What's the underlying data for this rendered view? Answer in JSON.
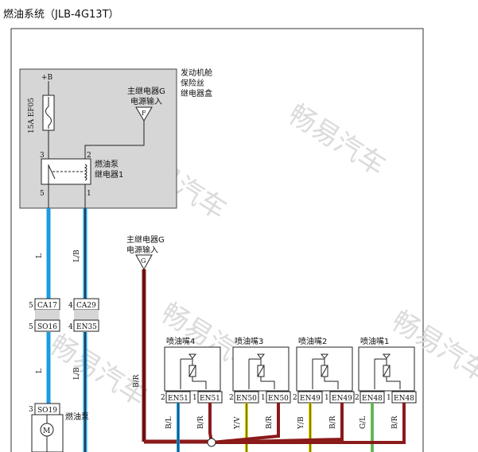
{
  "title": "燃油系统（JLB-4G13T）",
  "watermark": "畅易汽车",
  "relay_box": {
    "label_line1": "发动机舱",
    "label_line2": "保险丝",
    "label_line3": "继电器盒",
    "power": "+B",
    "fuse": "15A EF05",
    "pin3": "3",
    "pin5": "5",
    "pin2": "2",
    "pin1": "1",
    "pump_relay_line1": "燃油泵",
    "pump_relay_line2": "继电器1"
  },
  "main_relay_top": {
    "line1": "主继电器G",
    "line2": "电源输入",
    "connector": "F"
  },
  "main_relay_mid": {
    "line1": "主继电器G",
    "line2": "电源输入",
    "connector": "G"
  },
  "wires": {
    "left_upper": "L",
    "right_upper": "L/B",
    "left_lower": "L",
    "right_lower": "L/B",
    "br_vertical": "B/R"
  },
  "connectors": {
    "ca17_pin": "5",
    "ca17": "CA17",
    "ca29_pin": "4",
    "ca29": "CA29",
    "so16_pin": "5",
    "so16": "SO16",
    "en35_pin": "4",
    "en35": "EN35",
    "so19_pin": "3",
    "so19": "SO19"
  },
  "fuel_pump": {
    "label": "燃油泵",
    "motor": "M"
  },
  "injectors": [
    {
      "name": "喷油嘴4",
      "pin_left": "2",
      "conn_left": "EN51",
      "pin_right": "1",
      "conn_right": "EN51",
      "wire_left": "B/L",
      "wire_right": "B/R"
    },
    {
      "name": "喷油嘴3",
      "pin_left": "2",
      "conn_left": "EN50",
      "pin_right": "1",
      "conn_right": "EN50",
      "wire_left": "Y/V",
      "wire_right": "B/R"
    },
    {
      "name": "喷油嘴2",
      "pin_left": "2",
      "conn_left": "EN49",
      "pin_right": "1",
      "conn_right": "EN49",
      "wire_left": "Y/B",
      "wire_right": "B/R"
    },
    {
      "name": "喷油嘴1",
      "pin_left": "2",
      "conn_left": "EN48",
      "pin_right": "1",
      "conn_right": "EN48",
      "wire_left": "G/L",
      "wire_right": "B/R"
    }
  ],
  "colors": {
    "blue_wire": "#1e9be0",
    "black_wire": "#222222",
    "red_wire": "#8b1a1a",
    "yellow_wire": "#e8d800",
    "green_wire": "#7cc42c",
    "relay_box_bg": "#d6d6d6"
  }
}
